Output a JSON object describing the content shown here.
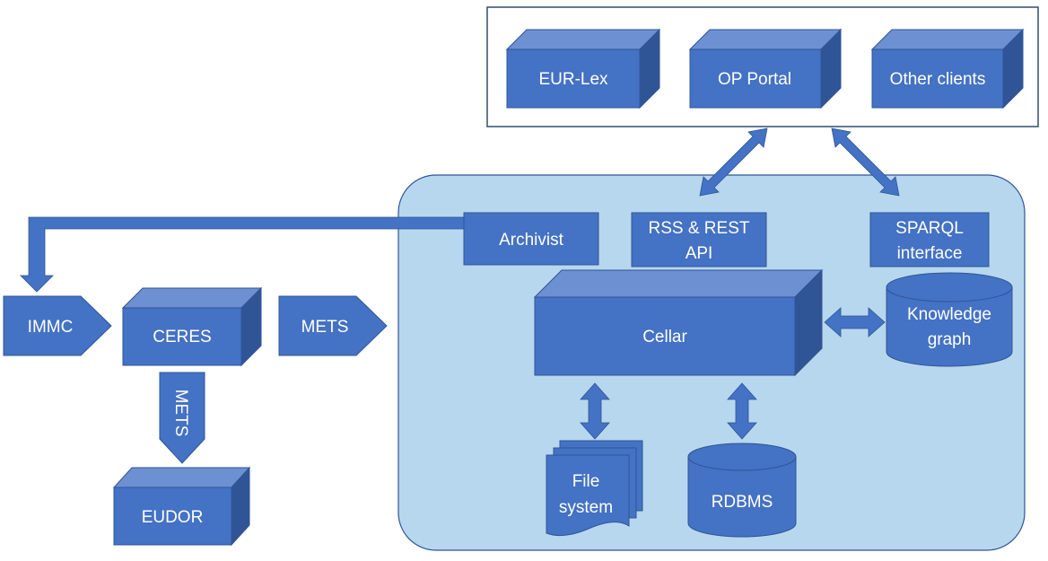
{
  "clients": {
    "eurlex": "EUR-Lex",
    "op_portal": "OP Portal",
    "other_clients": "Other clients"
  },
  "cellar_zone": {
    "archivist": "Archivist",
    "rss_rest_line1": "RSS & REST",
    "rss_rest_line2": "API",
    "sparql_line1": "SPARQL",
    "sparql_line2": "interface",
    "cellar": "Cellar",
    "knowledge_line1": "Knowledge",
    "knowledge_line2": "graph",
    "file_system_line1": "File",
    "file_system_line2": "system",
    "rdbms": "RDBMS"
  },
  "ingestion": {
    "immc": "IMMC",
    "ceres": "CERES",
    "mets_right": "METS",
    "mets_down": "METS",
    "eudor": "EUDOR"
  },
  "colors": {
    "box_fill": "#4472c4",
    "box_top": "#6c90d2",
    "box_side": "#2f5597",
    "zone_fill": "#b7d7ee",
    "zone_border": "#2f5597",
    "arrow": "#4472c4"
  }
}
